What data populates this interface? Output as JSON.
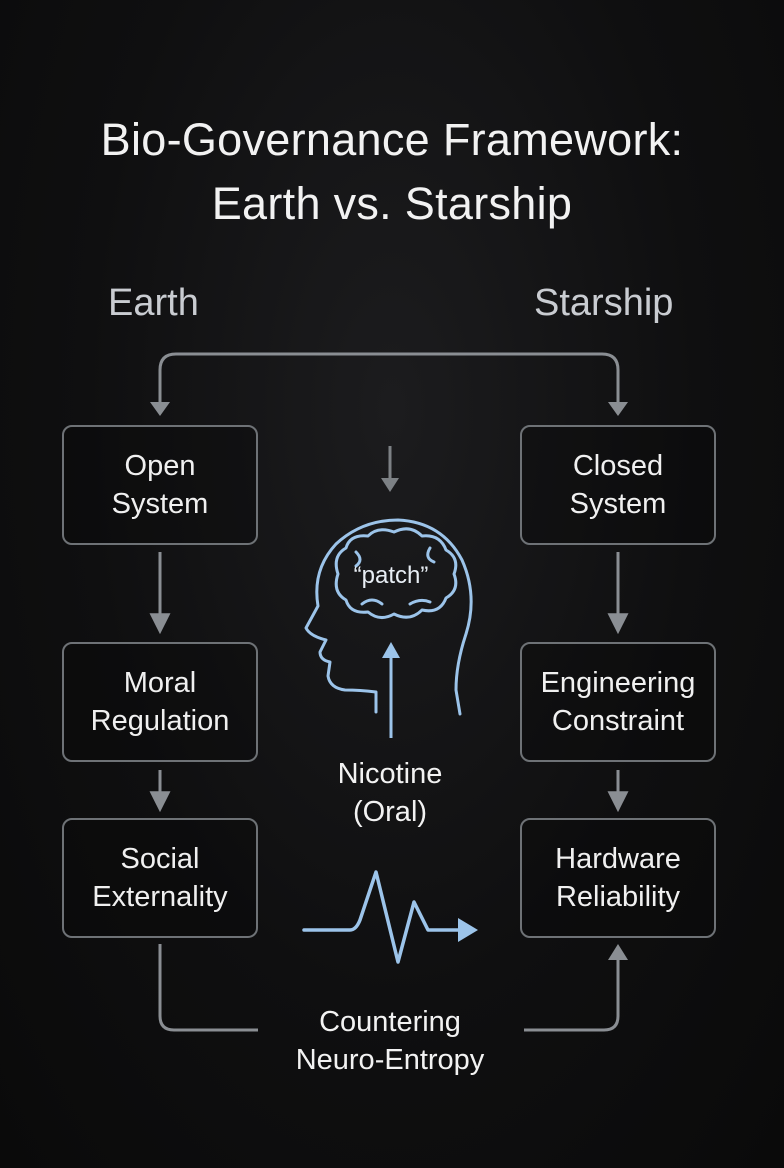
{
  "title": {
    "line1": "Bio-Governance Framework:",
    "line2": "Earth vs. Starship"
  },
  "columns": {
    "left_heading": "Earth",
    "right_heading": "Starship"
  },
  "left_boxes": [
    {
      "line1": "Open",
      "line2": "System"
    },
    {
      "line1": "Moral",
      "line2": "Regulation"
    },
    {
      "line1": "Social",
      "line2": "Externality"
    }
  ],
  "right_boxes": [
    {
      "line1": "Closed",
      "line2": "System"
    },
    {
      "line1": "Engineering",
      "line2": "Constraint"
    },
    {
      "line1": "Hardware",
      "line2": "Reliability"
    }
  ],
  "center": {
    "brain_label": "“patch”",
    "substance_line1": "Nicotine",
    "substance_line2": "(Oral)",
    "outcome_line1": "Countering",
    "outcome_line2": "Neuro-Entropy"
  },
  "colors": {
    "background": "#0f0f10",
    "box_border": "#6e7276",
    "connector": "#8a8e93",
    "accent_blue": "#9cc4ea"
  },
  "icons": [
    "head-brain-icon",
    "pulse-wave-icon"
  ]
}
